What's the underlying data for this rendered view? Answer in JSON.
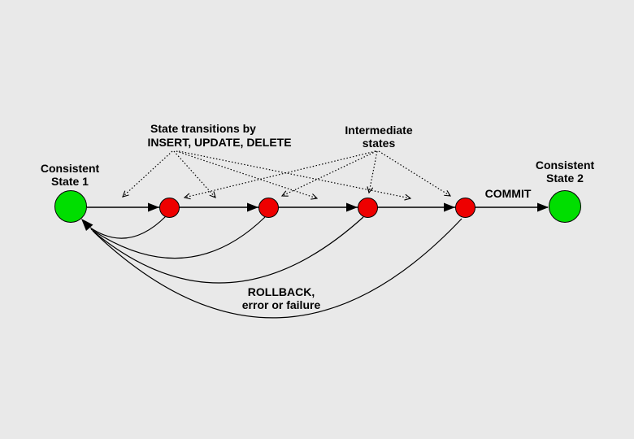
{
  "colors": {
    "background": "#e9e9e9",
    "consistent_node": "#00de00",
    "intermediate_node": "#ee0000",
    "line": "#000000"
  },
  "nodes": {
    "consistent1": {
      "label_line1": "Consistent",
      "label_line2": "State 1"
    },
    "consistent2": {
      "label_line1": "Consistent",
      "label_line2": "State 2"
    }
  },
  "annotations": {
    "transitions_line1": "State transitions by",
    "transitions_line2": "INSERT, UPDATE, DELETE",
    "intermediate_line1": "Intermediate",
    "intermediate_line2": "states",
    "commit": "COMMIT",
    "rollback_line1": "ROLLBACK,",
    "rollback_line2": "error or failure"
  }
}
